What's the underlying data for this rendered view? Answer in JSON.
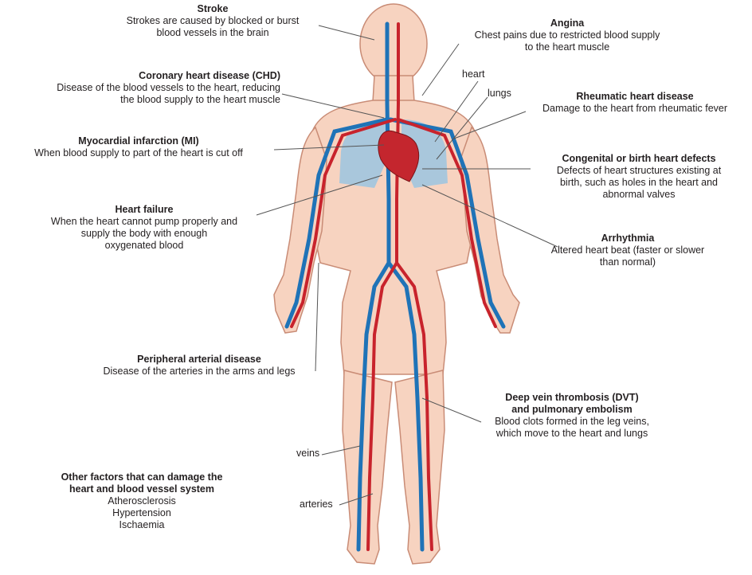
{
  "colors": {
    "skin": "#f7d3c0",
    "skin_edge": "#c98c76",
    "artery": "#c8232c",
    "vein": "#1f73b7",
    "lung": "#8fc3e6",
    "heart": "#c4262e",
    "leader": "#555555"
  },
  "labels": {
    "stroke": {
      "title": "Stroke",
      "desc": "Strokes are caused by blocked or burst\nblood vessels in the brain"
    },
    "angina": {
      "title": "Angina",
      "desc": "Chest pains due to restricted blood supply\nto the heart muscle"
    },
    "chd": {
      "title": "Coronary heart disease (CHD)",
      "desc": "Disease of the blood vessels to the heart, reducing\nthe blood supply to the heart muscle"
    },
    "rheumatic": {
      "title": "Rheumatic heart disease",
      "desc": "Damage to the heart from rheumatic fever"
    },
    "mi": {
      "title": "Myocardial infarction (MI)",
      "desc": "When blood supply to part of the heart is cut off"
    },
    "congenital": {
      "title": "Congenital or birth heart defects",
      "desc": "Defects of heart structures existing at\nbirth, such as holes in the heart and\nabnormal valves"
    },
    "heart_failure": {
      "title": "Heart failure",
      "desc": "When the heart cannot pump properly and\nsupply the body with enough\noxygenated blood"
    },
    "arrhythmia": {
      "title": "Arrhythmia",
      "desc": "Altered heart beat (faster or slower\nthan normal)"
    },
    "peripheral": {
      "title": "Peripheral arterial disease",
      "desc": "Disease of the arteries in the arms and legs"
    },
    "dvt": {
      "title": "Deep vein thrombosis (DVT)\nand pulmonary embolism",
      "desc": "Blood clots formed in the leg veins,\nwhich move to the heart and lungs"
    },
    "other": {
      "title": "Other factors that can damage the\nheart and blood vessel system",
      "desc": "Atherosclerosis\nHypertension\nIschaemia"
    }
  },
  "anatomy": {
    "heart": "heart",
    "lungs": "lungs",
    "veins": "veins",
    "arteries": "arteries"
  }
}
